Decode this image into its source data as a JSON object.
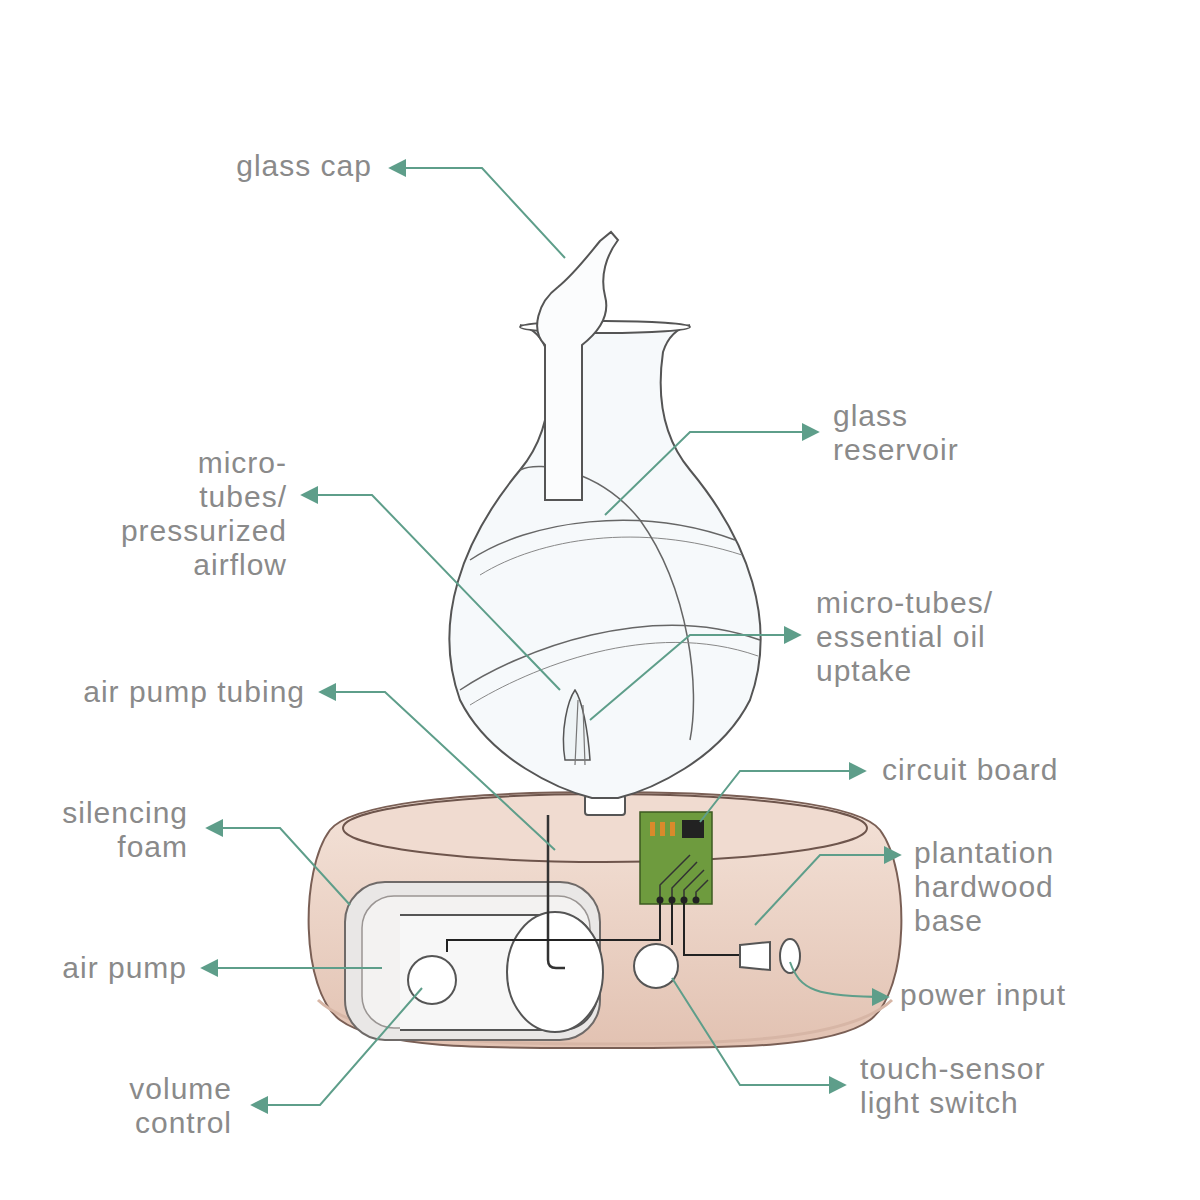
{
  "diagram": {
    "labels": [
      "glass cap",
      "glass reservoir",
      "micro-tubes/ pressurized airflow",
      "micro-tubes/ essential oil uptake",
      "air pump tubing",
      "circuit board",
      "silencing foam",
      "plantation hardwood base",
      "air pump",
      "power input",
      "volume control",
      "touch-sensor light switch"
    ]
  }
}
